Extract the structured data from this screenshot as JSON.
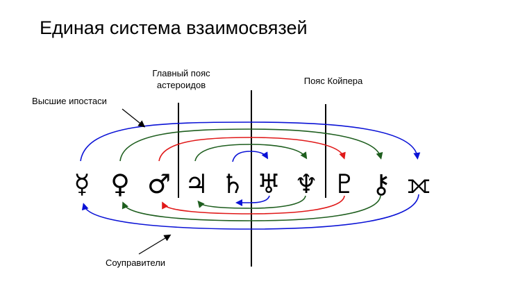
{
  "slide": {
    "title": "Единая система взаимосвязей"
  },
  "labels": {
    "main_belt_line1": "Главный пояс",
    "main_belt_line2": "астероидов",
    "kuiper_belt": "Пояс Койпера",
    "higher_hypostases": "Высшие ипостаси",
    "co_rulers": "Соуправители"
  },
  "symbols": [
    {
      "name": "mercury",
      "glyph": "☿"
    },
    {
      "name": "venus",
      "glyph": "♀"
    },
    {
      "name": "mars",
      "glyph": "♂"
    },
    {
      "name": "jupiter",
      "glyph": "♃"
    },
    {
      "name": "saturn",
      "glyph": "♄"
    },
    {
      "name": "uranus",
      "glyph": "♅"
    },
    {
      "name": "neptune",
      "glyph": "♆"
    },
    {
      "name": "pluto",
      "glyph": "♇"
    },
    {
      "name": "chiron",
      "glyph": "⚷"
    },
    {
      "name": "transpluto",
      "glyph": "⟗"
    }
  ],
  "connections": {
    "colors": {
      "blue": "#0a12d6",
      "green": "#1e5e1e",
      "red": "#e01818",
      "black": "#000000"
    },
    "upper": [
      {
        "from": "mercury",
        "to": "transpluto",
        "color": "blue"
      },
      {
        "from": "venus",
        "to": "chiron",
        "color": "green"
      },
      {
        "from": "mars",
        "to": "pluto",
        "color": "red"
      },
      {
        "from": "jupiter",
        "to": "neptune",
        "color": "green"
      },
      {
        "from": "saturn",
        "to": "uranus",
        "color": "blue"
      }
    ],
    "lower": [
      {
        "from": "transpluto",
        "to": "mercury",
        "color": "blue"
      },
      {
        "from": "chiron",
        "to": "venus",
        "color": "green"
      },
      {
        "from": "pluto",
        "to": "mars",
        "color": "red"
      },
      {
        "from": "neptune",
        "to": "jupiter",
        "color": "green"
      },
      {
        "from": "uranus",
        "to": "saturn",
        "color": "blue"
      }
    ]
  }
}
